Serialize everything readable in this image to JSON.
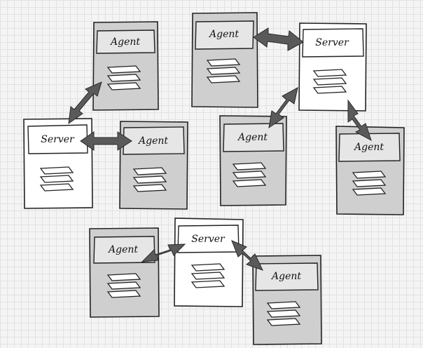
{
  "labels": {
    "agent": "Agent",
    "server": "Server"
  },
  "colors": {
    "agent_fill": "#cfcfcf",
    "agent_title_fill": "#e6e6e6",
    "server_fill": "#ffffff",
    "outline": "#222222",
    "arrow": "#5a5a5a",
    "background": "#f4f4f4"
  },
  "groups": [
    {
      "name": "group-left",
      "server": "Server",
      "agents": [
        "Agent",
        "Agent"
      ]
    },
    {
      "name": "group-right",
      "server": "Server",
      "agents": [
        "Agent",
        "Agent",
        "Agent"
      ]
    },
    {
      "name": "group-bottom",
      "server": "Server",
      "agents": [
        "Agent",
        "Agent"
      ]
    }
  ]
}
